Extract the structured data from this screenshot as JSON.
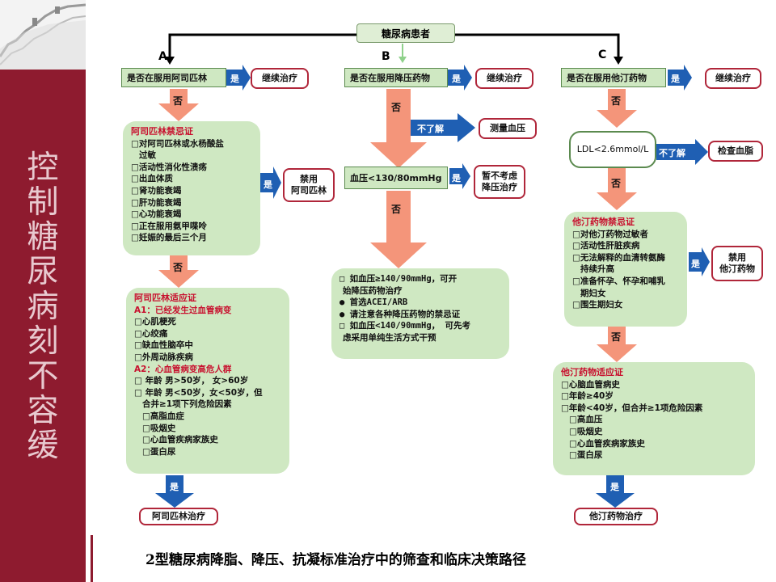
{
  "slide_title_vertical": [
    "控",
    "制",
    "糖",
    "尿",
    "病",
    "刻",
    "不",
    "容",
    "缓"
  ],
  "caption": "2型糖尿病降脂、降压、抗凝标准治疗中的筛查和临床决策路径",
  "root": "糖尿病患者",
  "colors": {
    "sidebar": "#8e1b2f",
    "green_box": "#cfe8c2",
    "salmon_arrow": "#f4957a",
    "blue_arrow": "#1f5fb3",
    "red_text": "#c8102e"
  },
  "branch_a": {
    "letter": "A",
    "question": "是否在服用阿司匹林",
    "yes": "是",
    "continue": "继续治疗",
    "no": "否",
    "contra_title": "阿司匹林禁忌证",
    "contra_items": [
      "□对阿司匹林或水杨酸盐",
      "过敏",
      "□活动性消化性溃疡",
      "□出血体质",
      "□肾功能衰竭",
      "□肝功能衰竭",
      "□心功能衰竭",
      "□正在服用氨甲喋呤",
      "□妊娠的最后三个月"
    ],
    "contra_yes": "是",
    "ban": [
      "禁用",
      "阿司匹林"
    ],
    "no2": "否",
    "ind_title": "阿司匹林适应证",
    "ind_a1": "A1：已经发生过血管病变",
    "ind_a1_items": [
      "□心肌梗死",
      "□心绞痛",
      "□缺血性脑卒中",
      "□外周动脉疾病"
    ],
    "ind_a2": "A2：心血管病变高危人群",
    "ind_a2_items": [
      "□ 年龄 男>50岁， 女>60岁",
      "□ 年龄 男<50岁，女<50岁，但",
      "合并≥1项下列危险因素"
    ],
    "ind_a2_sub": [
      "□高脂血症",
      "□吸烟史",
      "□心血管疾病家族史",
      "□蛋白尿"
    ],
    "yes3": "是",
    "result": "阿司匹林治疗"
  },
  "branch_b": {
    "letter": "B",
    "question": "是否在服用降压药物",
    "yes": "是",
    "continue": "继续治疗",
    "no": "否",
    "unknown": "不了解",
    "measure": "测量血压",
    "bp": "血压<130/80mmHg",
    "yes2": "是",
    "pause": [
      "暂不考虑",
      "降压治疗"
    ],
    "no2": "否",
    "rec_items": [
      "□ 如血压≥140/90mmHg，可开",
      "始降压药物治疗",
      "● 首选ACEI/ARB",
      "● 请注意各种降压药物的禁忌证",
      "□ 如血压<140/90mmHg， 可先考",
      "虑采用单纯生活方式干预"
    ]
  },
  "branch_c": {
    "letter": "C",
    "question": "是否在服用他汀药物",
    "yes": "是",
    "continue": "继续治疗",
    "no": "否",
    "ldl": "LDL<2.6mmol/L",
    "unknown": "不了解",
    "check": "检查血脂",
    "no2": "否",
    "contra_title": "他汀药物禁忌证",
    "contra_items": [
      "□对他汀药物过敏者",
      "□活动性肝脏疾病",
      "□无法解释的血清转氨酶",
      "持续升高",
      "□准备怀孕、怀孕和哺乳",
      "期妇女",
      "□围生期妇女"
    ],
    "contra_yes": "是",
    "ban": [
      "禁用",
      "他汀药物"
    ],
    "no3": "否",
    "ind_title": "他汀药物适应证",
    "ind_items": [
      "□心脑血管病史",
      "□年龄≥40岁",
      "□年龄<40岁，但合并≥1项危险因素"
    ],
    "ind_sub": [
      "□高血压",
      "□吸烟史",
      "□心血管疾病家族史",
      "□蛋白尿"
    ],
    "yes3": "是",
    "result": "他汀药物治疗"
  }
}
